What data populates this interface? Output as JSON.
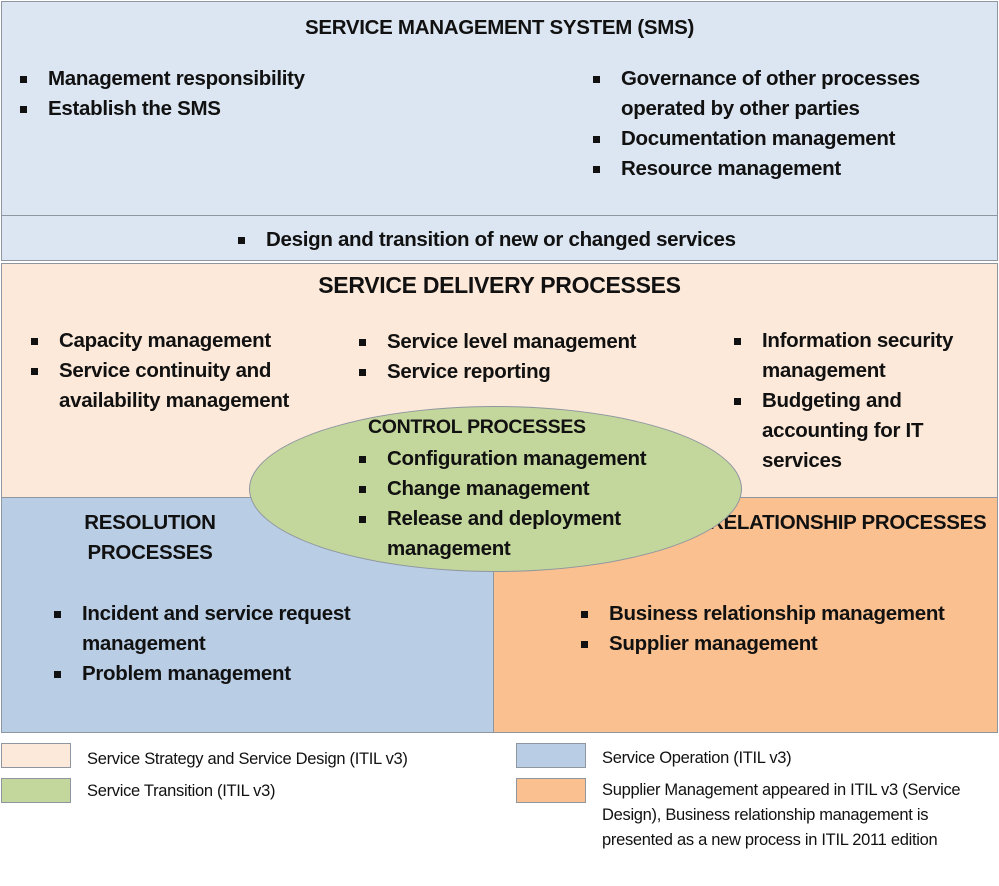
{
  "colors": {
    "sms_fill": "#dce6f2",
    "delivery_fill": "#fde9d9",
    "resolution_fill": "#b9cde5",
    "relationship_fill": "#fac090",
    "control_fill": "#c3d69b",
    "border": "#8e96a0"
  },
  "sms": {
    "title": "SERVICE MANAGEMENT SYSTEM (SMS)",
    "left_items": [
      "Management responsibility",
      "Establish the SMS"
    ],
    "right_items": [
      "Governance of other processes operated by other parties",
      "Documentation management",
      "Resource management"
    ]
  },
  "design_transition": {
    "item": "Design and transition of new or changed services"
  },
  "delivery": {
    "title": "SERVICE DELIVERY PROCESSES",
    "col1": [
      "Capacity management",
      "Service continuity and availability management"
    ],
    "col2": [
      "Service level management",
      "Service reporting"
    ],
    "col3": [
      "Information security management",
      "Budgeting and accounting for IT services"
    ]
  },
  "control": {
    "title": "CONTROL PROCESSES",
    "items": [
      "Configuration management",
      "Change management",
      "Release and deployment management"
    ]
  },
  "resolution": {
    "title": "RESOLUTION PROCESSES",
    "items": [
      "Incident and service request management",
      "Problem management"
    ]
  },
  "relationship": {
    "title": "RELATIONSHIP PROCESSES",
    "items": [
      "Business relationship management",
      "Supplier management"
    ]
  },
  "legend": {
    "strategy_design": "Service Strategy and Service Design (ITIL v3)",
    "transition": "Service Transition (ITIL v3)",
    "operation": "Service Operation (ITIL v3)",
    "supplier": "Supplier Management appeared in ITIL v3 (Service Design), Business relationship management is presented as a new process in ITIL 2011 edition"
  }
}
